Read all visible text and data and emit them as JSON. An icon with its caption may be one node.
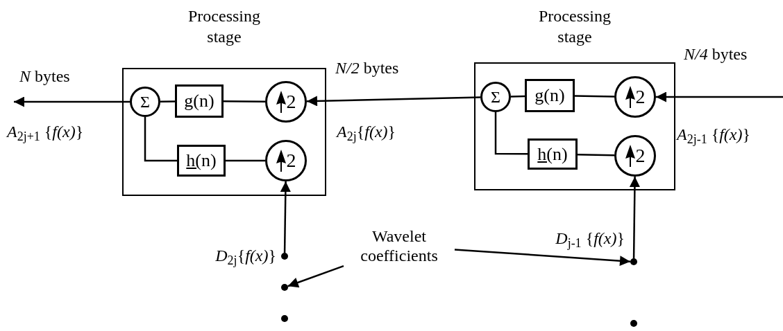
{
  "diagram": {
    "nodes": [
      {
        "text": [
          "Processing stage"
        ]
      },
      {
        "text": [
          "Σ"
        ],
        "in": 0
      },
      {
        "text": [
          "g(n)"
        ],
        "in": 0
      },
      {
        "text": [
          "2"
        ],
        "in": 0
      },
      {
        "text": [
          "h(n)"
        ],
        "in": 0
      },
      {
        "text": [
          "2"
        ],
        "in": 0
      },
      {
        "text": [
          "Processing stage"
        ]
      },
      {
        "text": [
          "Σ"
        ],
        "in": 6
      },
      {
        "text": [
          "g(n)"
        ],
        "in": 6
      },
      {
        "text": [
          "2"
        ],
        "in": 6
      },
      {
        "text": [
          "h(n)"
        ],
        "in": 6
      },
      {
        "text": [
          "2"
        ],
        "in": 6
      },
      {
        "text": [
          "Wavelet coefficients"
        ]
      },
      {
        "text": [],
        "shape": "circle"
      },
      {
        "text": [],
        "shape": "circle"
      },
      {
        "text": [],
        "shape": "circle"
      },
      {
        "text": [],
        "shape": "circle"
      },
      {
        "text": [],
        "shape": "circle"
      }
    ],
    "edges": [
      {
        "from": 1,
        "to": null,
        "arrow": "to"
      },
      {
        "from": 2,
        "to": 1,
        "arrow": "none"
      },
      {
        "from": 3,
        "to": 2,
        "arrow": "none"
      },
      {
        "from": 4,
        "to": 1,
        "arrow": "none"
      },
      {
        "from": 5,
        "to": 4,
        "arrow": "none"
      },
      {
        "from": 8,
        "to": 7,
        "arrow": "none"
      },
      {
        "from": 9,
        "to": 8,
        "arrow": "none"
      },
      {
        "from": 10,
        "to": 7,
        "arrow": "none"
      },
      {
        "from": 11,
        "to": 10,
        "arrow": "none"
      },
      {
        "from": 7,
        "to": 3,
        "arrow": "to"
      },
      {
        "from": null,
        "to": 9,
        "arrow": "to"
      },
      {
        "from": 13,
        "to": 5,
        "arrow": "to"
      },
      {
        "from": 16,
        "to": 11,
        "arrow": "to"
      },
      {
        "from": 12,
        "to": 14,
        "arrow": "to"
      },
      {
        "from": 12,
        "to": 16,
        "arrow": "to"
      }
    ],
    "labels": [
      "*N* bytes",
      "*A*$_{2j+1}$ {*f(x)*}",
      "*N/2* bytes",
      "*A*$_{2j}${*f(x)*}",
      "*N/4* bytes",
      "*A*$_{2j-1}$ {*f(x)*}",
      "*D*$_{2j}${*f(x)*}",
      "*D*$_{j-1}$ {*f(x)*}"
    ]
  }
}
